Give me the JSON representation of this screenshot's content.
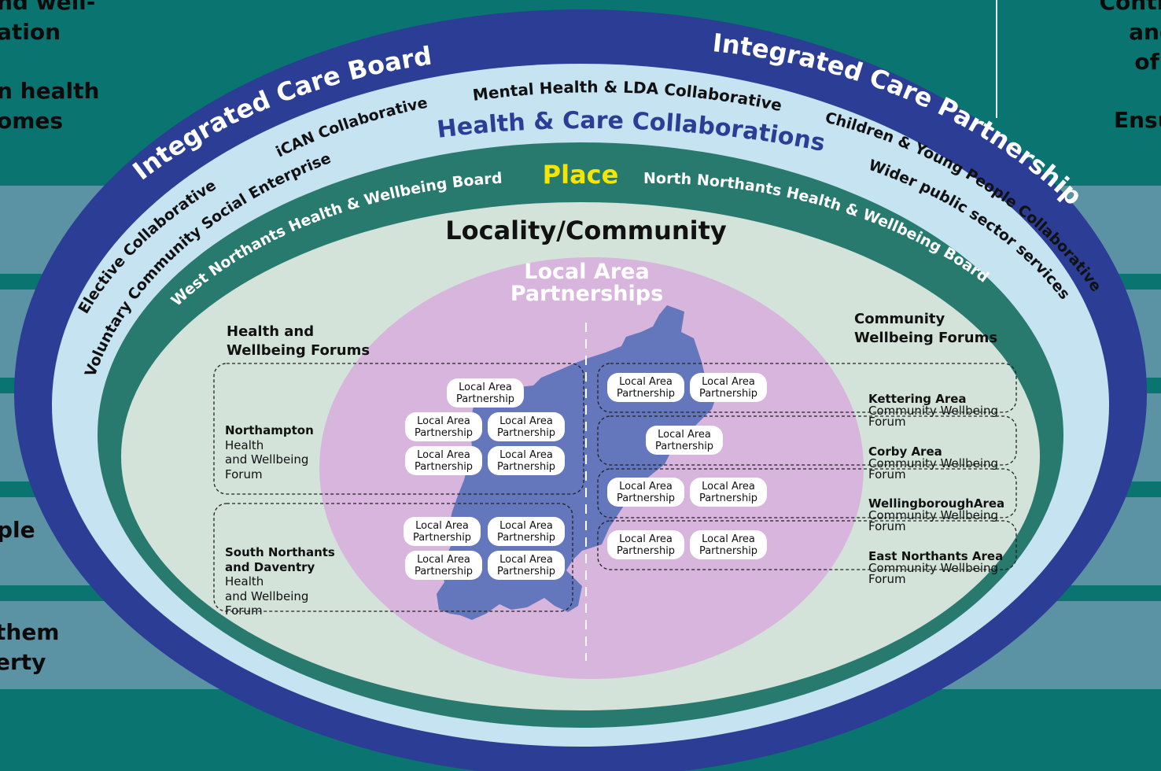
{
  "background_text": {
    "left_top": "nd well-\nation",
    "left_mid": "n health\nomes",
    "left_row4": "ple",
    "left_row5": "them\nerty",
    "right_top": "Contri\nand\nof I",
    "right_mid": "Ensu"
  },
  "rings": {
    "outer_left": "Integrated Care Board",
    "outer_right": "Integrated Care Partnership",
    "collab_title": "Health & Care Collaborations",
    "collab_items": [
      "Elective Collaborative",
      "Voluntary Community Social Enterprise",
      "iCAN Collaborative",
      "Mental Health & LDA Collaborative",
      "Children & Young People Collaborative",
      "Wider public sector services"
    ],
    "place_title": "Place",
    "place_left": "West Northants Health & Wellbeing Board",
    "place_right": "North Northants Health & Wellbeing Board",
    "locality_title": "Locality/Community",
    "lap_title": "Local Area\nPartnerships"
  },
  "west": {
    "heading": "Health and\nWellbeing Forums",
    "forums": [
      {
        "name": "Northampton",
        "detail": "Health\nand Wellbeing\nForum"
      },
      {
        "name": "South Northants\nand Daventry",
        "detail": "Health\nand Wellbeing\nForum"
      }
    ]
  },
  "north": {
    "heading": "Community\nWellbeing Forums",
    "forums": [
      {
        "name": "Kettering Area",
        "detail": "Community Wellbeing\nForum"
      },
      {
        "name": "Corby Area",
        "detail": "Community Wellbeing\nForum"
      },
      {
        "name": "WellingboroughArea",
        "detail": "Community Wellbeing\nForum"
      },
      {
        "name": "East Northants Area",
        "detail": "Community Wellbeing\nForum"
      }
    ]
  },
  "lap_label": "Local Area\nPartnership",
  "colors": {
    "background": "#0a7470",
    "band": "#5b92a4",
    "outer_ring": "#2b3d94",
    "collab_ring": "#c6e3f2",
    "place_ring": "#287a6e",
    "locality": "#d3e3da",
    "lap_ellipse": "#d7b5dc",
    "map": "#6477bd",
    "place_title": "#f4e600",
    "collab_title": "#2b3d94"
  }
}
